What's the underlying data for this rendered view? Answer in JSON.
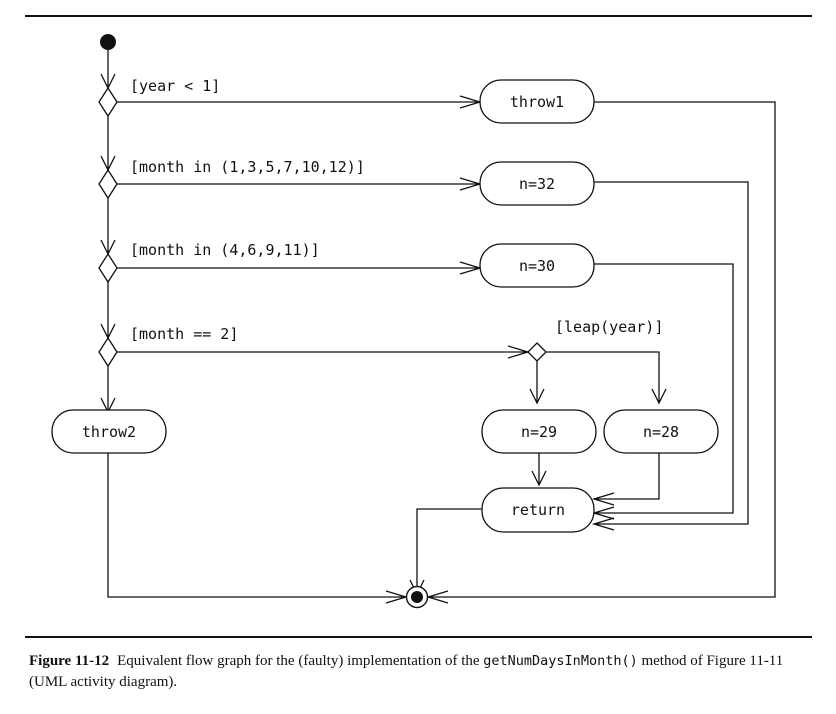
{
  "diagram": {
    "guards": {
      "year_lt_1": "[year < 1]",
      "month_31": "[month in (1,3,5,7,10,12)]",
      "month_30": "[month in (4,6,9,11)]",
      "month_eq_2": "[month == 2]",
      "leap_year": "[leap(year)]"
    },
    "actions": {
      "throw1": "throw1",
      "n32": "n=32",
      "n30": "n=30",
      "throw2": "throw2",
      "n29": "n=29",
      "n28": "n=28",
      "return": "return"
    }
  },
  "caption": {
    "number": "Figure 11-12",
    "text_before": "Equivalent flow graph for the (faulty) implementation of the ",
    "method": "getNumDaysInMonth()",
    "text_after": " method of Figure 11-11 (UML activity diagram)."
  }
}
